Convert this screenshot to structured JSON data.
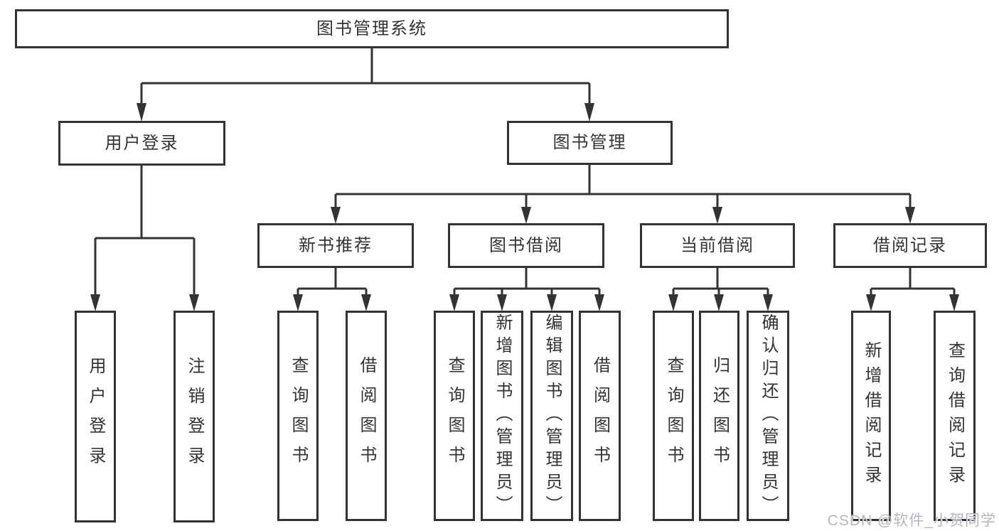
{
  "diagram": {
    "type": "tree",
    "title": "图书管理系统",
    "watermark": "CSDN @软件_小贺同学",
    "colors": {
      "line": "#333333",
      "border": "#333333",
      "text": "#333333",
      "background": "#ffffff",
      "watermark": "#b5b5bd"
    },
    "tree": {
      "root": {
        "label": "图书管理系统",
        "children": [
          {
            "label": "用户登录",
            "children": [
              {
                "label": "用户登录"
              },
              {
                "label": "注销登录"
              }
            ]
          },
          {
            "label": "图书管理",
            "children": [
              {
                "label": "新书推荐",
                "children": [
                  {
                    "label": "查询图书"
                  },
                  {
                    "label": "借阅图书"
                  }
                ]
              },
              {
                "label": "图书借阅",
                "children": [
                  {
                    "label": "查询图书"
                  },
                  {
                    "label": "新增图书（管理员）"
                  },
                  {
                    "label": "编辑图书（管理员）"
                  },
                  {
                    "label": "借阅图书"
                  }
                ]
              },
              {
                "label": "当前借阅",
                "children": [
                  {
                    "label": "查询图书"
                  },
                  {
                    "label": "归还图书"
                  },
                  {
                    "label": "确认归还（管理员）"
                  }
                ]
              },
              {
                "label": "借阅记录",
                "children": [
                  {
                    "label": "新增借阅记录"
                  },
                  {
                    "label": "查询借阅记录"
                  }
                ]
              }
            ]
          }
        ]
      }
    }
  }
}
